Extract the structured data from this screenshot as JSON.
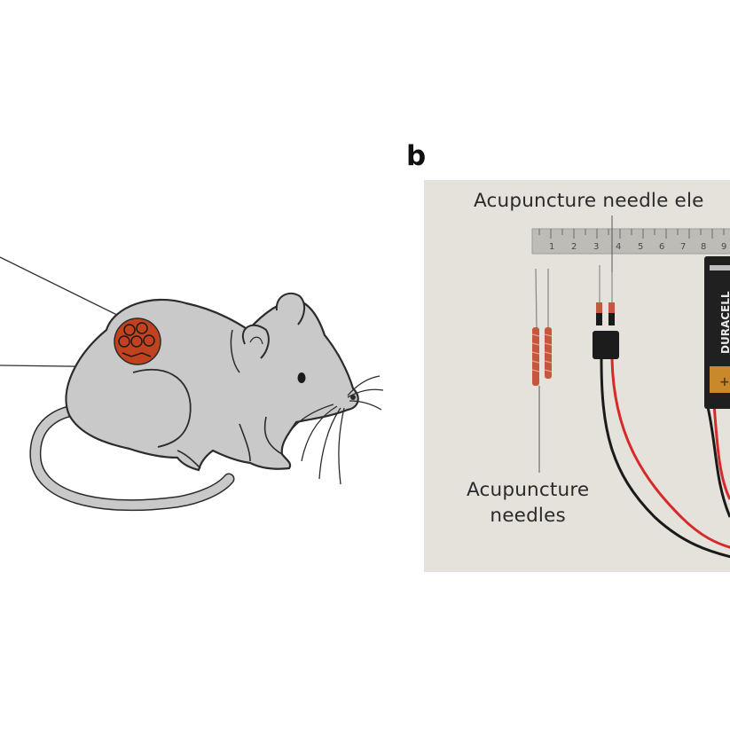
{
  "panel_b": {
    "letter": "b",
    "labels": {
      "electrode": "Acupuncture needle ele",
      "needles_line1": "Acupuncture",
      "needles_line2": "needles"
    },
    "ruler_numbers": [
      "1",
      "2",
      "3",
      "4",
      "5",
      "6",
      "7",
      "8",
      "9"
    ],
    "battery_brand": "DURACELL",
    "battery_sign": "+"
  },
  "colors": {
    "mouse_fill": "#c9c9c9",
    "mouse_outline": "#2b2b2b",
    "implant_fill": "#c0421e",
    "photo_bg": "#e5e2dc",
    "wire_red": "#d42a2a",
    "wire_black": "#1a1a1a",
    "battery_gold": "#c9892a"
  }
}
